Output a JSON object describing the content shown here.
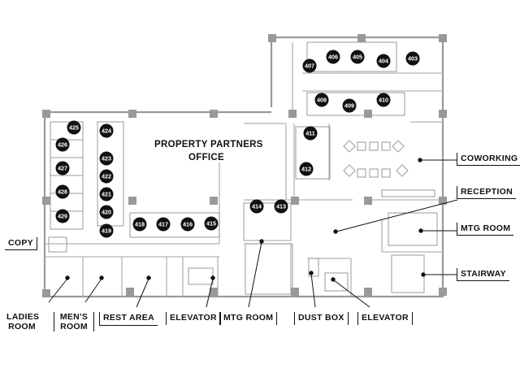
{
  "plan": {
    "office_label": [
      "PROPERTY PARTNERS",
      "OFFICE"
    ],
    "labels": {
      "coworking": "COWORKING",
      "reception": "RECEPTION",
      "mtg_room_right": "MTG ROOM",
      "stairway": "STAIRWAY",
      "copy": "COPY",
      "ladies_room": [
        "LADIES",
        "ROOM"
      ],
      "mens_room": [
        "MEN'S",
        "ROOM"
      ],
      "rest_area": "REST AREA",
      "elevator_left": "ELEVATOR",
      "mtg_room_bottom": "MTG ROOM",
      "dust_box": "DUST BOX",
      "elevator_right": "ELEVATOR"
    },
    "rooms": [
      "403",
      "404",
      "405",
      "406",
      "407",
      "408",
      "409",
      "410",
      "411",
      "412",
      "413",
      "414",
      "415",
      "416",
      "417",
      "418",
      "419",
      "420",
      "421",
      "422",
      "423",
      "424",
      "425",
      "426",
      "427",
      "428",
      "429"
    ]
  }
}
